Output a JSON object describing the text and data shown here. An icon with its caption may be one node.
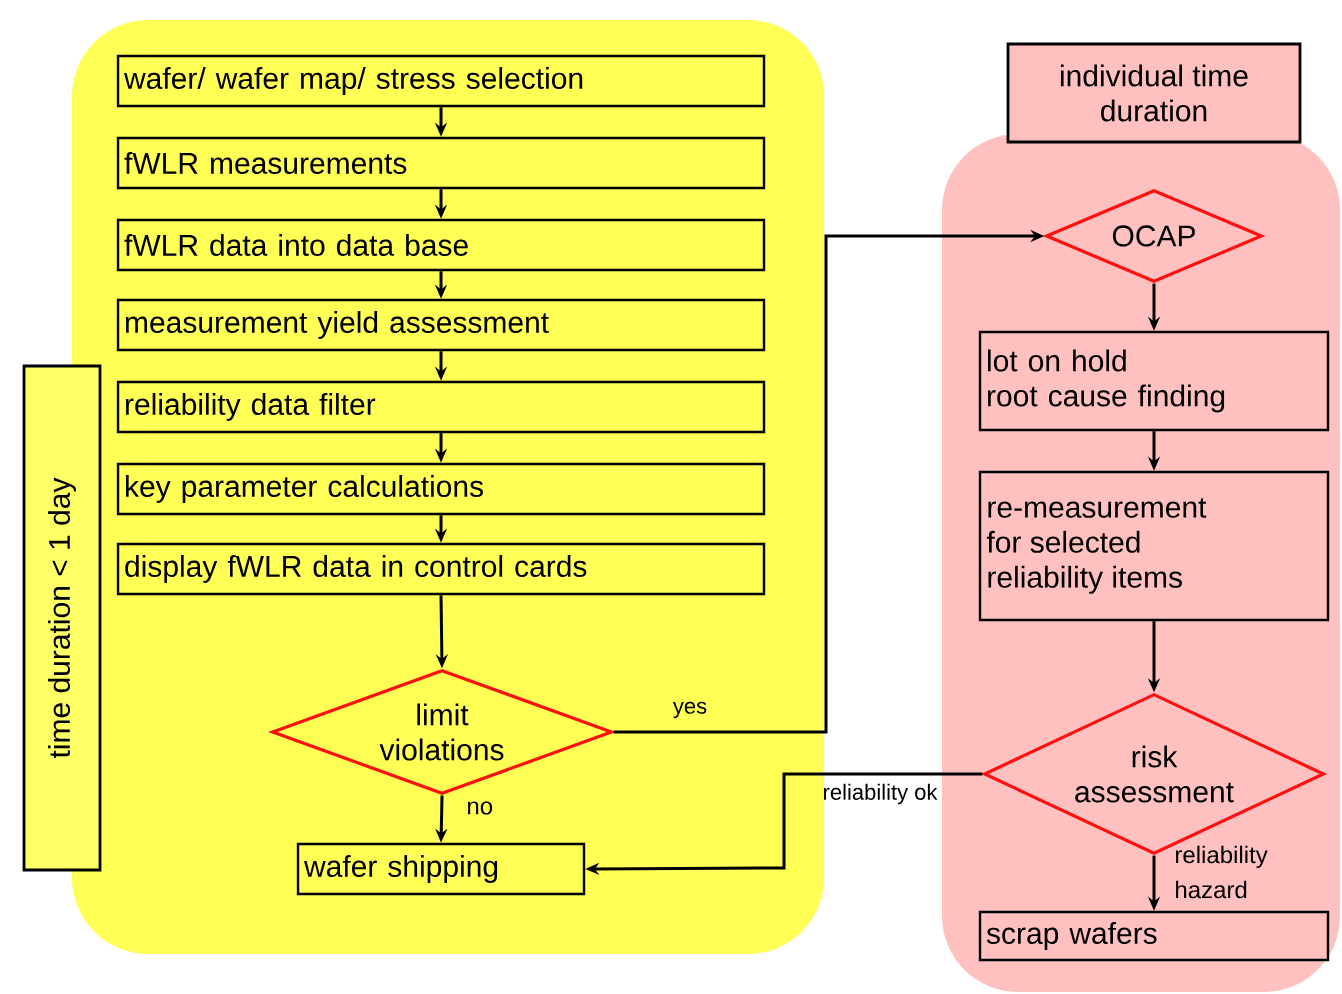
{
  "diagram": {
    "nodes": [
      {
        "text": [],
        "shape": "box"
      },
      {
        "text": [
          "wafer/ wafer map/ stress selection"
        ],
        "in": 0
      },
      {
        "text": [
          "fWLR measurements"
        ],
        "in": 0
      },
      {
        "text": [
          "fWLR data into data base"
        ],
        "in": 0
      },
      {
        "text": [
          "measurement yield assessment"
        ],
        "in": 0
      },
      {
        "text": [
          "reliability data filter"
        ],
        "in": 0
      },
      {
        "text": [
          "key parameter calculations"
        ],
        "in": 0
      },
      {
        "text": [
          "display fWLR data in control cards"
        ],
        "in": 0
      },
      {
        "text": [
          "limit violations"
        ],
        "in": 0
      },
      {
        "text": [
          "wafer shipping"
        ],
        "in": 0
      },
      {
        "text": [
          "time duration < 1 day"
        ]
      },
      {
        "text": [
          "individual time duration"
        ]
      },
      {
        "text": [],
        "shape": "box"
      },
      {
        "text": [
          "OCAP"
        ],
        "in": 12
      },
      {
        "text": [
          "lot on hold",
          "root cause finding"
        ],
        "in": 12
      },
      {
        "text": [
          "re-measurement for selected reliability items"
        ],
        "in": 12
      },
      {
        "text": [
          "risk assessment"
        ],
        "in": 12
      },
      {
        "text": [
          "scrap wafers"
        ],
        "in": 12
      }
    ],
    "edges": [
      {
        "from": 1,
        "to": 2,
        "arrow": "to"
      },
      {
        "from": 2,
        "to": 3,
        "arrow": "to"
      },
      {
        "from": 3,
        "to": 4,
        "arrow": "to"
      },
      {
        "from": 4,
        "to": 5,
        "arrow": "to"
      },
      {
        "from": 5,
        "to": 6,
        "arrow": "to"
      },
      {
        "from": 6,
        "to": 7,
        "arrow": "to"
      },
      {
        "from": 7,
        "to": 8,
        "arrow": "to"
      },
      {
        "from": 8,
        "to": 9,
        "arrow": "to",
        "label": "no"
      },
      {
        "from": 8,
        "to": 13,
        "arrow": "to",
        "label": "yes"
      },
      {
        "from": 13,
        "to": 14,
        "arrow": "to"
      },
      {
        "from": 14,
        "to": 15,
        "arrow": "to"
      },
      {
        "from": 15,
        "to": 16,
        "arrow": "to"
      },
      {
        "from": 16,
        "to": 9,
        "arrow": "to",
        "label": "reliability ok"
      },
      {
        "from": 16,
        "to": 17,
        "arrow": "to",
        "label": "reliability hazard"
      }
    ]
  }
}
